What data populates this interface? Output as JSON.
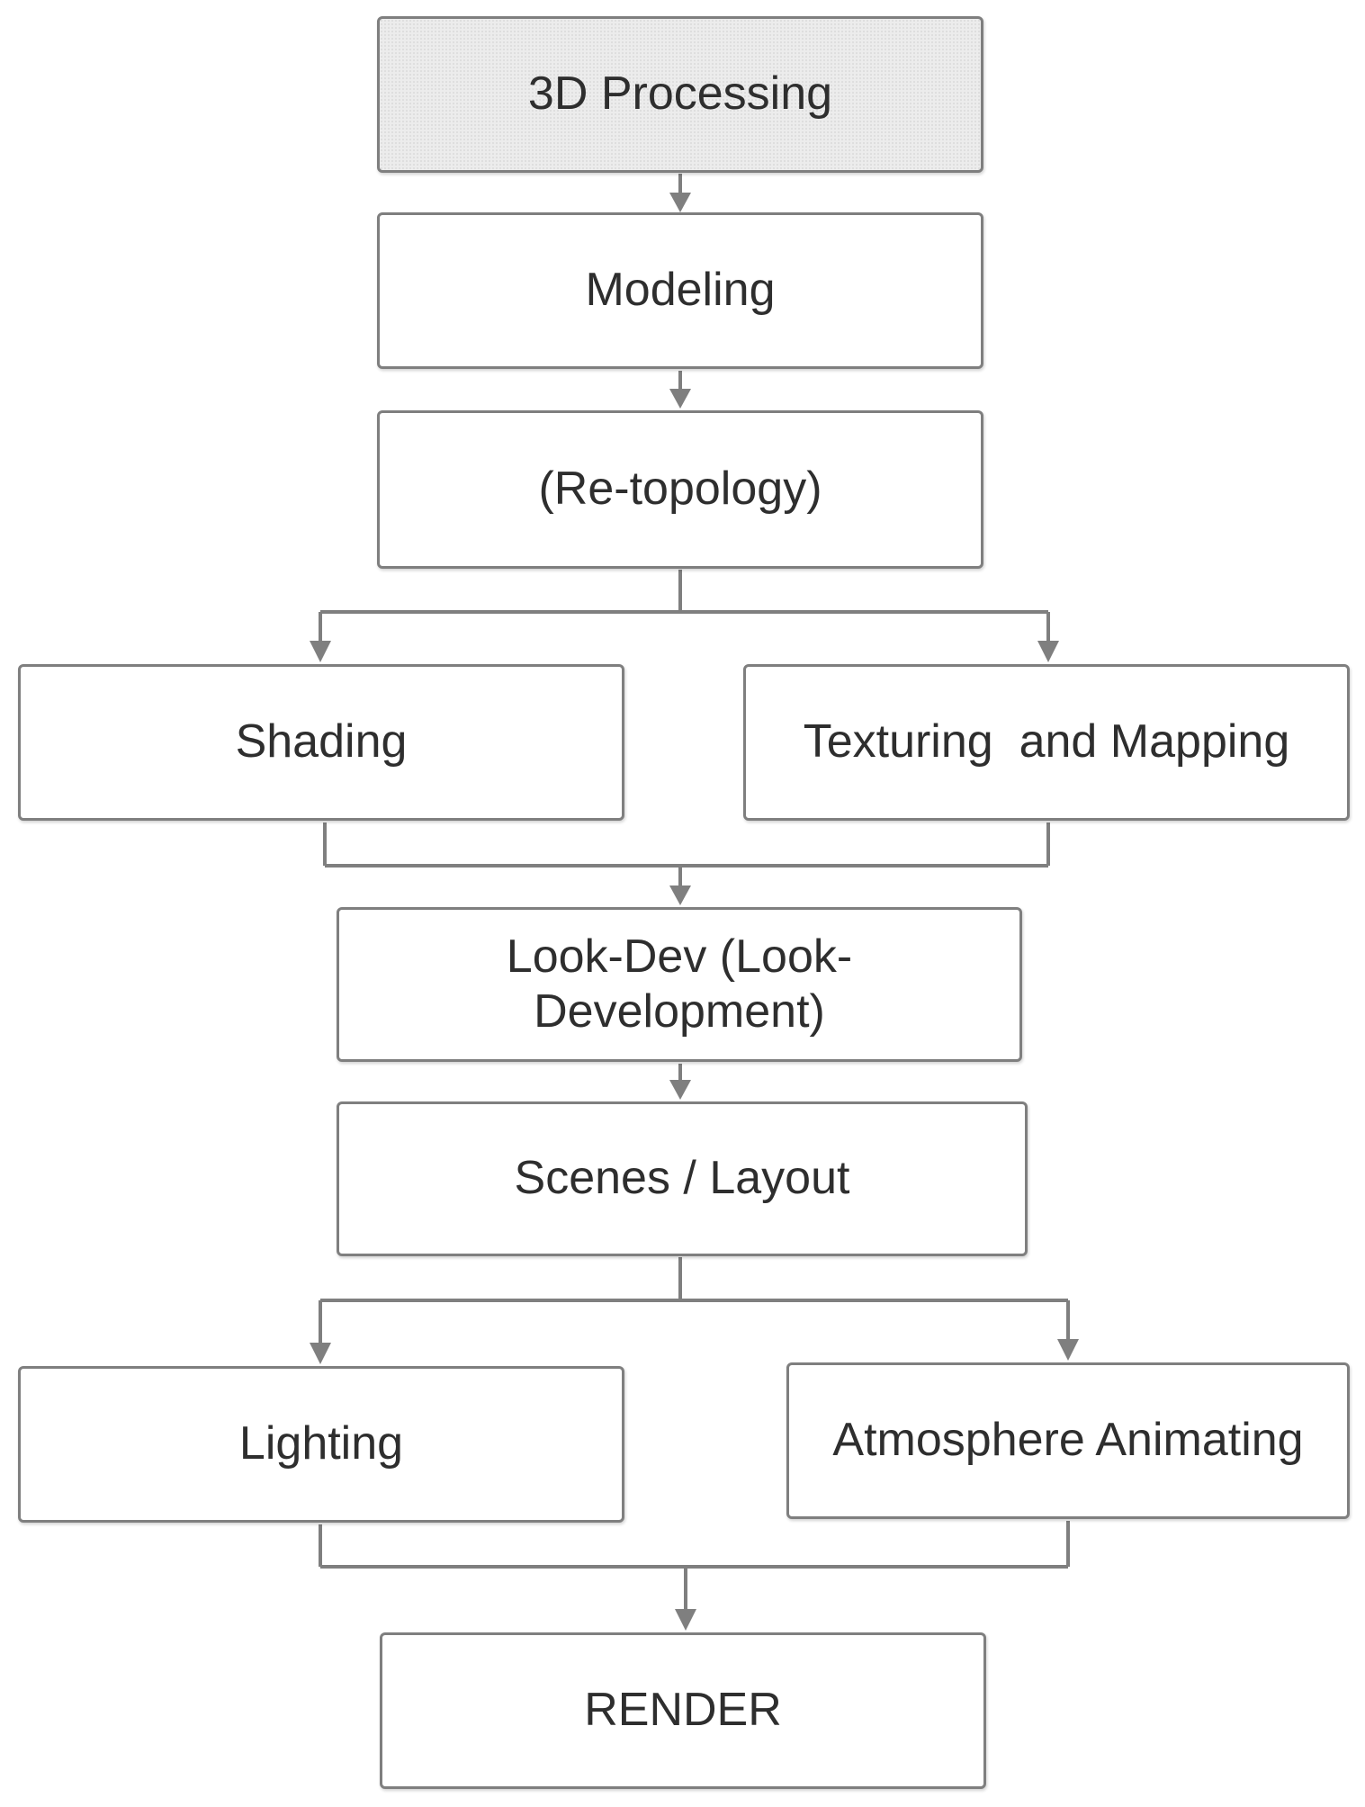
{
  "nodes": {
    "processing": "3D Processing",
    "modeling": "Modeling",
    "retopology": "(Re-topology)",
    "shading": "Shading",
    "texturing": "Texturing  and Mapping",
    "lookdev_line1": "Look-Dev (Look-",
    "lookdev_line2": "Development)",
    "scenes": "Scenes / Layout",
    "lighting": "Lighting",
    "atmosphere": "Atmosphere Animating",
    "render": "RENDER"
  },
  "colors": {
    "connector": "#7f7f7f",
    "border": "#7f7f7f",
    "text": "#2e2e2e",
    "header_fill": "#ececec"
  }
}
